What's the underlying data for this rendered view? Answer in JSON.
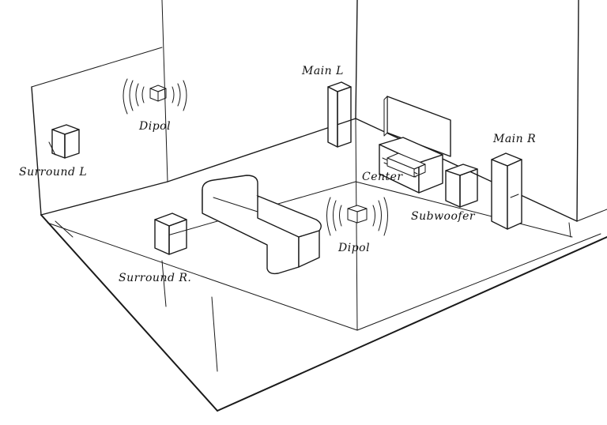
{
  "labels": {
    "main_l": "Main L",
    "main_r": "Main R",
    "center": "Center",
    "subwoofer": "Subwoofer",
    "dipol_back": "Dipol",
    "dipol_front": "Dipol",
    "surround_l": "Surround L",
    "surround_r": "Surround R."
  },
  "colors": {
    "ink": "#1a1a1a",
    "paper": "#ffffff"
  }
}
